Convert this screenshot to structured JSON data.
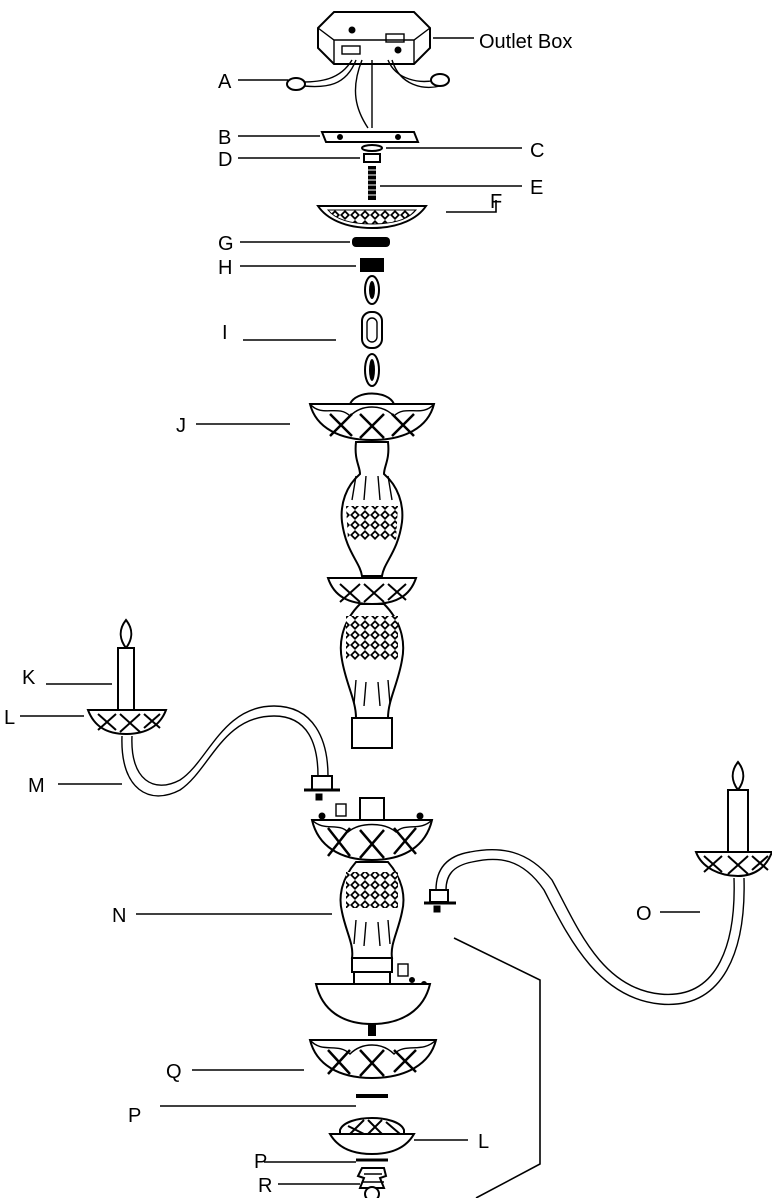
{
  "diagram": {
    "labels": {
      "outlet_box": "Outlet  Box",
      "A": "A",
      "B": "B",
      "C": "C",
      "D": "D",
      "E": "E",
      "F": "F",
      "G": "G",
      "H": "H",
      "I": "I",
      "J": "J",
      "K": "K",
      "L_arm": "L",
      "M": "M",
      "N": "N",
      "O": "O",
      "Q": "Q",
      "P_upper": "P",
      "L_bottom": "L",
      "P_lower": "P",
      "R": "R"
    }
  }
}
